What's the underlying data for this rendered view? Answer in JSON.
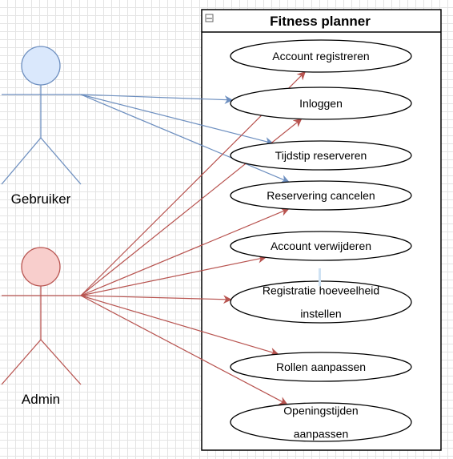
{
  "system": {
    "title": "Fitness planner",
    "collapse_glyph": "−"
  },
  "actors": [
    {
      "id": "gebruiker",
      "label": "Gebruiker",
      "fill": "#dae8fc",
      "stroke": "#6c8ebf"
    },
    {
      "id": "admin",
      "label": "Admin",
      "fill": "#f8cecc",
      "stroke": "#b85450"
    }
  ],
  "use_cases": [
    {
      "id": "account-registreren",
      "lines": [
        "Account registreren"
      ]
    },
    {
      "id": "inloggen",
      "lines": [
        "Inloggen"
      ]
    },
    {
      "id": "tijdstip-reserveren",
      "lines": [
        "Tijdstip reserveren"
      ]
    },
    {
      "id": "reservering-cancelen",
      "lines": [
        "Reservering cancelen"
      ]
    },
    {
      "id": "account-verwijderen",
      "lines": [
        "Account verwijderen"
      ]
    },
    {
      "id": "registratie-hoeveelheid",
      "lines": [
        "Registratie hoeveelheid",
        "instellen"
      ]
    },
    {
      "id": "rollen-aanpassen",
      "lines": [
        "Rollen aanpassen"
      ]
    },
    {
      "id": "openingstijden-aanpassen",
      "lines": [
        "Openingstijden",
        "aanpassen"
      ]
    }
  ],
  "associations": [
    {
      "actor": "gebruiker",
      "use_case": "inloggen"
    },
    {
      "actor": "gebruiker",
      "use_case": "tijdstip-reserveren"
    },
    {
      "actor": "gebruiker",
      "use_case": "reservering-cancelen"
    },
    {
      "actor": "admin",
      "use_case": "account-registreren"
    },
    {
      "actor": "admin",
      "use_case": "inloggen"
    },
    {
      "actor": "admin",
      "use_case": "reservering-cancelen"
    },
    {
      "actor": "admin",
      "use_case": "account-verwijderen"
    },
    {
      "actor": "admin",
      "use_case": "registratie-hoeveelheid"
    },
    {
      "actor": "admin",
      "use_case": "rollen-aanpassen"
    },
    {
      "actor": "admin",
      "use_case": "openingstijden-aanpassen"
    }
  ]
}
